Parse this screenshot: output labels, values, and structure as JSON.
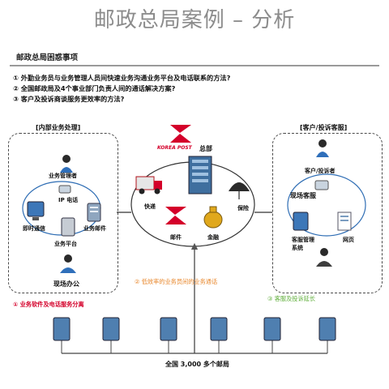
{
  "title": "邮政总局案例 – 分析",
  "subtitle": "邮政总局困惑事项",
  "questions": [
    "① 外勤业务员与业务管理人员间快速业务沟通业务平台及电话联系的方法?",
    "② 全国邮政局及4个事业部门负责人间的通话解决方案?",
    "③ 客户及投诉商谈服务更效率的方法?"
  ],
  "left_panel": {
    "heading": "[内部业务处理]",
    "manager": "业务管理者",
    "ip_phone": "IP 电话",
    "im": "即时通信",
    "mail": "业务邮件",
    "platform": "业务平台",
    "field_office": "现场办公",
    "note": "① 业务软件及电话服务分离"
  },
  "center": {
    "hq": "总部",
    "brand": "KOREA POST",
    "express": "快递",
    "mail": "邮件",
    "finance": "金融",
    "insurance": "保险",
    "note": "② 低效率的业务员间的业务通话",
    "offices_label": "全国 3,000 多个邮局"
  },
  "right_panel": {
    "heading": "[客户/投诉客服]",
    "customer": "客户/投诉者",
    "field_service": "现场客服",
    "crm": "客服管理\n系统",
    "web": "网页",
    "note": "③ 客服及投诉延长"
  },
  "colors": {
    "title_gray": "#8c8c8c",
    "red": "#d4002a",
    "orange": "#e8862a",
    "green": "#5fae3a",
    "server_blue": "#4f7fb0"
  },
  "icons": [
    "person-icon",
    "phone-icon",
    "server-icon",
    "monitor-icon",
    "building-icon",
    "truck-icon",
    "korea-post-logo-icon",
    "money-bag-icon",
    "umbrella-icon"
  ]
}
